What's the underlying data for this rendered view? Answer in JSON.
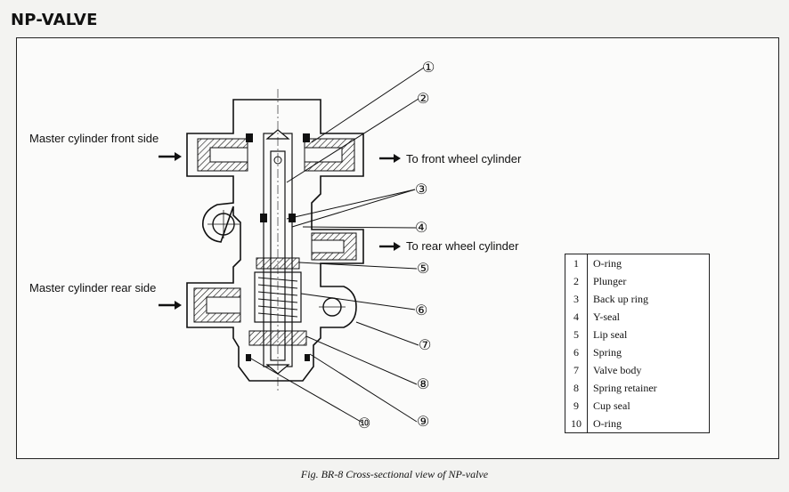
{
  "title": "NP-VALVE",
  "labels": {
    "master_front": "Master cylinder front side",
    "front_wheel": "To front wheel cylinder",
    "rear_wheel": "To rear wheel cylinder",
    "master_rear": "Master cylinder rear side"
  },
  "callouts": [
    "①",
    "②",
    "③",
    "④",
    "⑤",
    "⑥",
    "⑦",
    "⑧",
    "⑨",
    "⑩"
  ],
  "legend": [
    {
      "num": "1",
      "name": "O-ring"
    },
    {
      "num": "2",
      "name": "Plunger"
    },
    {
      "num": "3",
      "name": "Back up ring"
    },
    {
      "num": "4",
      "name": "Y-seal"
    },
    {
      "num": "5",
      "name": "Lip seal"
    },
    {
      "num": "6",
      "name": "Spring"
    },
    {
      "num": "7",
      "name": "Valve body"
    },
    {
      "num": "8",
      "name": "Spring retainer"
    },
    {
      "num": "9",
      "name": "Cup seal"
    },
    {
      "num": "10",
      "name": "O-ring"
    }
  ],
  "caption": "Fig. BR-8  Cross-sectional view of NP-valve"
}
